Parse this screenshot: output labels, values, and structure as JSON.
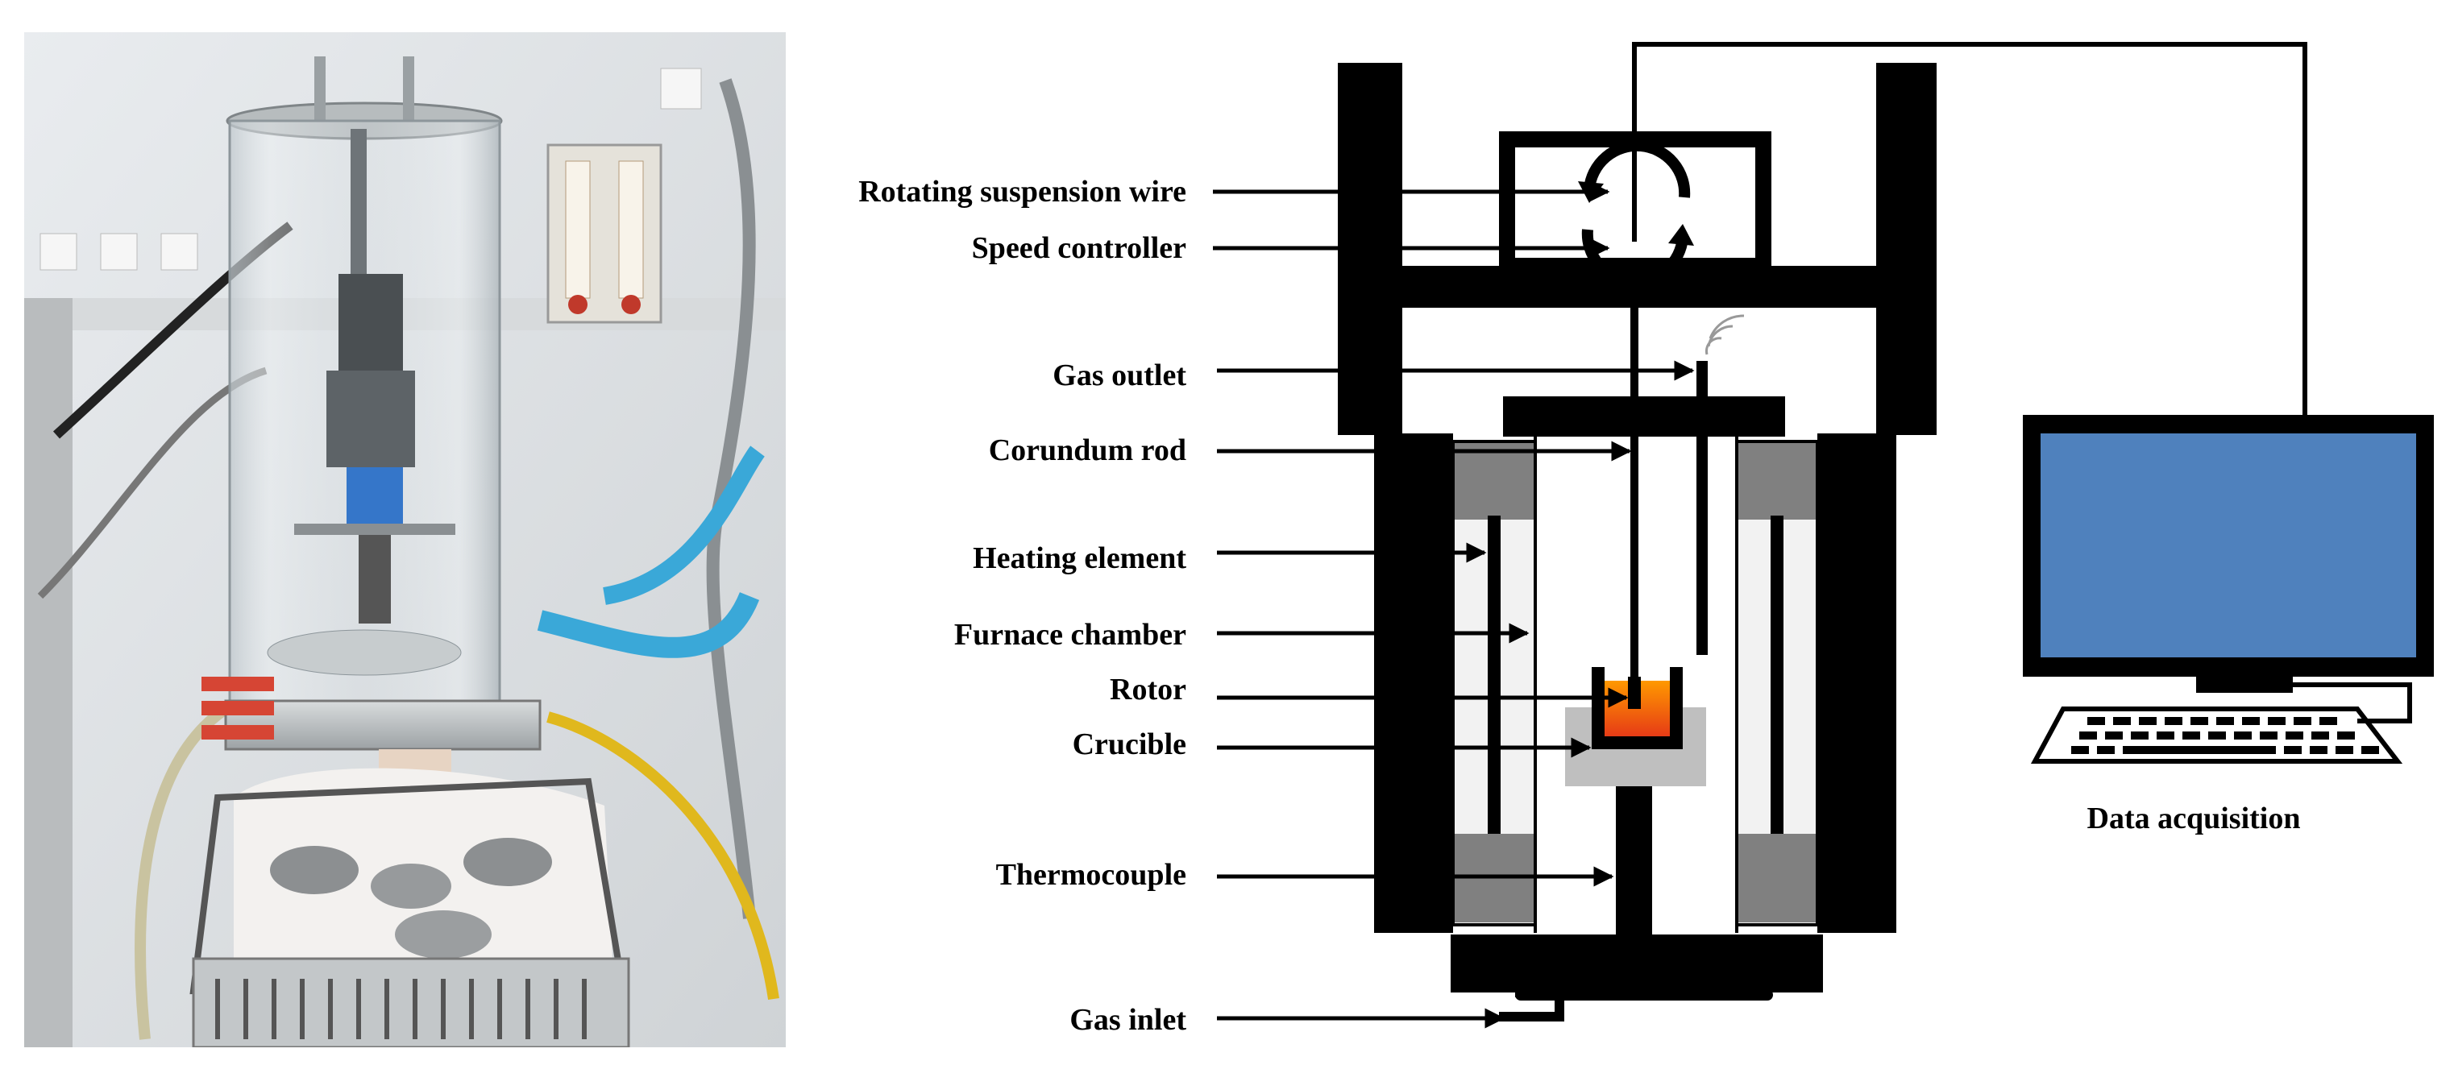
{
  "figure": {
    "photo": {
      "subject": "rotating-viscometer-furnace-apparatus-photo"
    },
    "labels": {
      "rotating_suspension_wire": "Rotating suspension wire",
      "speed_controller": "Speed controller",
      "gas_outlet": "Gas outlet",
      "corundum_rod": "Corundum rod",
      "heating_element": "Heating element",
      "furnace_chamber": "Furnace chamber",
      "rotor": "Rotor",
      "crucible": "Crucible",
      "thermocouple": "Thermocouple",
      "gas_inlet": "Gas inlet",
      "data_acquisition": "Data acquisition"
    },
    "colors": {
      "monitor_screen": "#4f81bd",
      "insulation": "#808080",
      "chamber_lining": "#f2f2f2",
      "crucible_holder": "#bfbfbf",
      "melt_hot": "#ff9900",
      "melt_cool": "#e63b16"
    }
  }
}
